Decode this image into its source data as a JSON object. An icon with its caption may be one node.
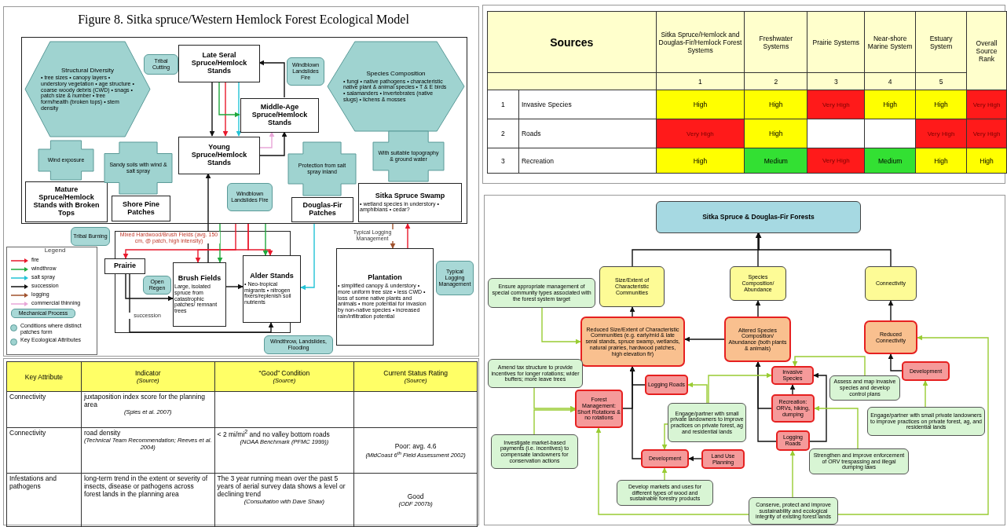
{
  "diagram": {
    "title": "Figure 8. Sitka spruce/Western Hemlock Forest Ecological Model",
    "nodes": [
      {
        "text": [],
        "shape": "box"
      },
      {
        "text": [
          "Structural Diversity",
          "• tree sizes • canopy layers • understory vegetation • age structure • coarse woody debris (CWD) • snags • patch size & number • tree form/health (broken tops) • stem density"
        ],
        "in": 0
      },
      {
        "text": [
          "Tribal Cutting"
        ],
        "in": 0
      },
      {
        "text": [
          "Late Seral Spruce/Hemlock Stands"
        ],
        "in": 0
      },
      {
        "text": [
          "Windblown Landslides Fire"
        ],
        "in": 0
      },
      {
        "text": [
          "Species Composition",
          "• fungi • native pathogens • characteristic native plant & animal species • T & E birds • salamanders • invertebrates (native slugs) • lichens & mosses"
        ],
        "in": 0
      },
      {
        "text": [
          "Middle-Age Spruce/Hemlock Stands"
        ],
        "in": 0
      },
      {
        "text": [
          "Young Spruce/Hemlock Stands"
        ],
        "in": 0
      },
      {
        "text": [
          "Wind exposure"
        ],
        "in": 0
      },
      {
        "text": [
          "Mature Spruce/Hemlock Stands with Broken Tops"
        ],
        "in": 0
      },
      {
        "text": [
          "Sandy soils with wind & salt spray"
        ],
        "in": 0
      },
      {
        "text": [
          "Shore Pine Patches"
        ],
        "in": 0
      },
      {
        "text": [
          "Windblown Landslides Fire"
        ],
        "in": 0
      },
      {
        "text": [
          "Protection from salt spray inland"
        ],
        "in": 0
      },
      {
        "text": [
          "Douglas-Fir Patches"
        ],
        "in": 0
      },
      {
        "text": [
          "With suitable topography & ground water"
        ],
        "in": 0
      },
      {
        "text": [
          "Sitka Spruce Swamp",
          "• wetland species in understory • amphibians • cedar?"
        ],
        "in": 0
      },
      {
        "text": [
          "Tribal Burning"
        ]
      },
      {
        "text": [
          "Prairie"
        ]
      },
      {
        "text": [
          "Open Regen"
        ]
      },
      {
        "text": [
          "Brush Fields",
          "Large, isolated spruce from catastrophic patches/ remnant trees"
        ]
      },
      {
        "text": [
          "Alder Stands",
          "• Neo-tropical migrants • nitrogen fixers/replenish soil nutrients"
        ]
      },
      {
        "text": [
          "Plantation",
          "• simplified canopy & understory • more uniform tree size • less CWD • loss of some native plants and animals • more potential for invasion by non-native species • increased rain/infiltration potential"
        ]
      },
      {
        "text": [
          "Typical Logging Management"
        ]
      },
      {
        "text": [
          "Windthrow, Landslides, Flooding"
        ]
      },
      {
        "text": [
          "Sitka Spruce & Douglas-Fir Forests"
        ]
      },
      {
        "text": [
          "Size/Extent of Characteristic Communities"
        ]
      },
      {
        "text": [
          "Species Composition/ Abundance"
        ]
      },
      {
        "text": [
          "Connectivity"
        ]
      },
      {
        "text": [
          "Ensure appropriate management of special community types associated with the forest system target"
        ]
      },
      {
        "text": [
          "Reduced Size/Extent of Characteristic Communities (e.g. early/mid & late seral stands, spruce swamp, wetlands, natural prairies, hardwood patches, high elevation fir)"
        ]
      },
      {
        "text": [
          "Altered Species Composition/ Abundance (both plants & animals)"
        ]
      },
      {
        "text": [
          "Reduced Connectivity"
        ]
      },
      {
        "text": [
          "Amend tax structure to provide incentives for longer rotations; wider buffers; more leave trees"
        ]
      },
      {
        "text": [
          "Logging Roads"
        ]
      },
      {
        "text": [
          "Invasive Species"
        ]
      },
      {
        "text": [
          "Assess and map invasive species and develop control plans"
        ]
      },
      {
        "text": [
          "Development"
        ]
      },
      {
        "text": [
          "Forest Management: Short Rotations & no rotations"
        ]
      },
      {
        "text": [
          "Engage/partner with small private landowners to improve practices on private forest, ag and residential lands"
        ]
      },
      {
        "text": [
          "Recreation: ORVs, hiking, dumping"
        ]
      },
      {
        "text": [
          "Engage/partner with small private landowners to improve practices on private forest, ag, and residential lands"
        ]
      },
      {
        "text": [
          "Investigate market-based payments (i.e. incentives) to compensate landowners for conservation actions"
        ]
      },
      {
        "text": [
          "Development"
        ]
      },
      {
        "text": [
          "Land Use Planning"
        ]
      },
      {
        "text": [
          "Logging Roads"
        ]
      },
      {
        "text": [
          "Strengthen and improve enforcement of ORV trespassing and illegal dumping laws"
        ]
      },
      {
        "text": [
          "Develop markets and uses for different types of wood and sustainable forestry products"
        ]
      },
      {
        "text": [
          "Conserve, protect and improve sustainability and ecological integrity of existing forest lands"
        ]
      }
    ],
    "edges": [
      {
        "from": 3,
        "to": 7,
        "arrow": "to"
      },
      {
        "from": 3,
        "to": 7,
        "arrow": "to",
        "color": "#e8192c"
      },
      {
        "from": 3,
        "to": 7,
        "arrow": "to",
        "color": "#22c3d6"
      },
      {
        "from": 3,
        "to": 6,
        "arrow": "to",
        "color": "#1ea83c"
      },
      {
        "from": 7,
        "to": 6,
        "arrow": "to"
      },
      {
        "from": 6,
        "to": 3,
        "arrow": "to"
      },
      {
        "from": 7,
        "to": 6,
        "arrow": "to",
        "color": "#e8a6d8"
      },
      {
        "from": 20,
        "to": 7,
        "arrow": "to"
      },
      {
        "from": 0,
        "to": 18,
        "arrow": "to",
        "color": "#e8192c"
      },
      {
        "from": 0,
        "to": 20,
        "arrow": "to",
        "color": "#e8192c"
      },
      {
        "from": 0,
        "to": 21,
        "arrow": "to",
        "color": "#e8192c"
      },
      {
        "from": 0,
        "to": 20,
        "arrow": "to",
        "color": "#1ea83c"
      },
      {
        "from": 0,
        "to": 21,
        "arrow": "to",
        "color": "#1ea83c"
      },
      {
        "from": 0,
        "to": 21,
        "arrow": "to",
        "color": "#22c3d6"
      },
      {
        "from": 18,
        "to": 20,
        "arrow": "to"
      },
      {
        "from": 18,
        "to": 21,
        "arrow": "to"
      },
      {
        "from": 20,
        "to": 21,
        "arrow": "to"
      },
      {
        "from": 22,
        "to": 0,
        "arrow": "to",
        "color": "#e8192c"
      },
      {
        "from": 0,
        "to": 22,
        "arrow": "to",
        "color": "#a0522d"
      },
      {
        "from": 26,
        "to": 25,
        "arrow": "to"
      },
      {
        "from": 27,
        "to": 25,
        "arrow": "to"
      },
      {
        "from": 28,
        "to": 25,
        "arrow": "to"
      },
      {
        "from": 30,
        "to": 26,
        "arrow": "to"
      },
      {
        "from": 31,
        "to": 27,
        "arrow": "to"
      },
      {
        "from": 32,
        "to": 28,
        "arrow": "to"
      },
      {
        "from": 31,
        "to": 30,
        "arrow": "to"
      },
      {
        "from": 37,
        "to": 32,
        "arrow": "to"
      },
      {
        "from": 43,
        "to": 30,
        "arrow": "to"
      },
      {
        "from": 38,
        "to": 30,
        "arrow": "to"
      },
      {
        "from": 34,
        "to": 30,
        "arrow": "to"
      },
      {
        "from": 44,
        "to": 43,
        "arrow": "to"
      },
      {
        "from": 45,
        "to": 31,
        "arrow": "to"
      },
      {
        "from": 40,
        "to": 31,
        "arrow": "to"
      },
      {
        "from": 40,
        "to": 35,
        "arrow": "to"
      },
      {
        "from": 45,
        "to": 35,
        "arrow": "to"
      },
      {
        "from": 29,
        "to": 30,
        "arrow": "to",
        "color": "#99cc33"
      },
      {
        "from": 33,
        "to": 38,
        "arrow": "to",
        "color": "#99cc33"
      },
      {
        "from": 42,
        "to": 38,
        "arrow": "to",
        "color": "#99cc33"
      },
      {
        "from": 39,
        "to": 34,
        "arrow": "to",
        "color": "#99cc33"
      },
      {
        "from": 39,
        "to": 35,
        "arrow": "to",
        "color": "#99cc33"
      },
      {
        "from": 39,
        "to": 43,
        "arrow": "to",
        "color": "#99cc33"
      },
      {
        "from": 36,
        "to": 35,
        "arrow": "to",
        "color": "#99cc33"
      },
      {
        "from": 41,
        "to": 37,
        "arrow": "to",
        "color": "#99cc33"
      },
      {
        "from": 46,
        "to": 40,
        "arrow": "to",
        "color": "#99cc33"
      },
      {
        "from": 47,
        "to": 43,
        "arrow": "to",
        "color": "#99cc33"
      },
      {
        "from": 48,
        "to": 38,
        "arrow": "to",
        "color": "#99cc33"
      },
      {
        "from": 48,
        "to": 45,
        "arrow": "to",
        "color": "#99cc33"
      },
      {
        "from": 48,
        "to": 32,
        "arrow": "to",
        "color": "#99cc33"
      }
    ],
    "labels": [
      "Legend",
      "Mixed Hardwood/Brush Fields (avg. 150 cm, @ patch, high intensity)",
      "succession",
      "Typical Logging Management",
      "Sources",
      "Sitka Spruce/Hemlock and Douglas-Fir/Hemlock Forest Systems",
      "Freshwater Systems",
      "Prairie Systems",
      "Near-shore Marine System",
      "Estuary System",
      "Overall Source Rank",
      "1",
      "2",
      "3",
      "4",
      "5",
      "1",
      "Invasive Species",
      "High",
      "High",
      "Very High",
      "High",
      "High",
      "Very High",
      "2",
      "Roads",
      "Very High",
      "High",
      "Very High",
      "Very High",
      "3",
      "Recreation",
      "High",
      "Medium",
      "Very High",
      "Medium",
      "High",
      "High",
      "Key Attribute",
      "Indicator",
      "(Source)",
      "“Good” Condition",
      "(Source)",
      "Current Status Rating",
      "(Source)",
      "Connectivity",
      "juxtaposition index score for the planning area",
      "(Spies et al. 2007)",
      "Connectivity",
      "road density",
      "(Technical Team Recommendation; Reeves et al. 2004)",
      "< 2 mi/mi$^{2}$ and no valley bottom roads",
      "(NOAA Benchmark (PFMC 1999))",
      "Poor: avg. 4.6",
      "(MidCoast 6$^{th}$ Field Assessment 2002)",
      "Infestations and pathogens",
      "long-term trend in the extent or severity of insects, disease or pathogens across forest lands in the planning area",
      "The 3 year running mean over the past 5 years of aerial survey data shows a level or declining trend",
      "(Consultation with Dave Shaw)",
      "Good",
      "(ODF 2007b)"
    ],
    "legend": [
      {
        "text": "fire"
      },
      {
        "text": "windthrow"
      },
      {
        "text": "salt spray"
      },
      {
        "text": "succession"
      },
      {
        "text": "logging"
      },
      {
        "text": "commercial thinning"
      },
      {
        "text": "Mechanical Process"
      },
      {
        "text": "Conditions where distinct patches form"
      },
      {
        "text": "Key Ecological Attributes"
      }
    ]
  }
}
